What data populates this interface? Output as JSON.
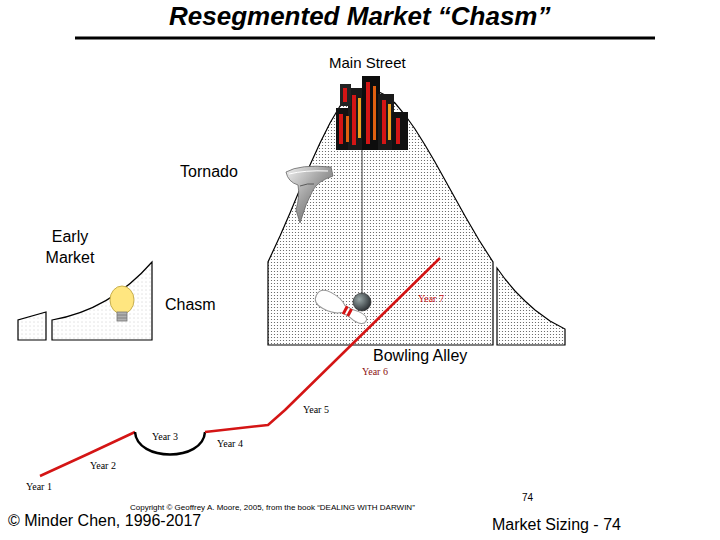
{
  "diagram": {
    "title": "Resegmented Market “Chasm”",
    "labels": [
      "Main Street",
      "Tornado",
      "Early Market",
      "Chasm",
      "Year 7",
      "Bowling Alley",
      "Year 6",
      "Year 5",
      "Year 4",
      "Year 3",
      "Year 2",
      "Year 1",
      "Copyright © Geoffrey A. Moore, 2005, from the book “DEALING WITH DARWIN”",
      "74",
      "© Minder Chen, 1996-2017",
      "Market Sizing - 74"
    ]
  }
}
